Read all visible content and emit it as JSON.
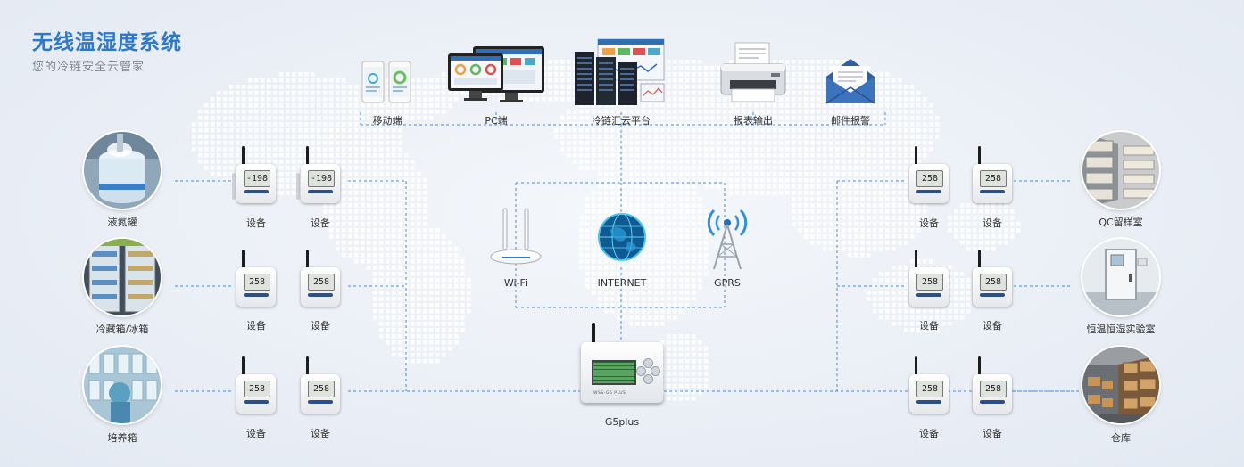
{
  "header": {
    "title": "无线温湿度系统",
    "subtitle": "您的冷链安全云管家"
  },
  "platforms": [
    {
      "id": "mobile",
      "label": "移动端",
      "icon": "smartphone-icon"
    },
    {
      "id": "pc",
      "label": "PC端",
      "icon": "monitor-icon"
    },
    {
      "id": "cloud",
      "label": "冷链汇云平台",
      "icon": "server-icon"
    },
    {
      "id": "report",
      "label": "报表输出",
      "icon": "printer-icon"
    },
    {
      "id": "email",
      "label": "邮件报警",
      "icon": "envelope-icon"
    }
  ],
  "networks": [
    {
      "id": "wifi",
      "label": "Wi-Fi",
      "icon": "router-icon"
    },
    {
      "id": "internet",
      "label": "INTERNET",
      "icon": "globe-icon"
    },
    {
      "id": "gprs",
      "label": "GPRS",
      "icon": "signal-tower-icon"
    }
  ],
  "gateway": {
    "label": "G5plus",
    "brand": "WSS-G5 PLUS"
  },
  "left_sites": [
    {
      "label": "液氮罐",
      "photo": "liquid-nitrogen-tank-photo",
      "devices": [
        {
          "label": "设备",
          "reading": "-198"
        },
        {
          "label": "设备",
          "reading": "-198"
        }
      ]
    },
    {
      "label": "冷藏箱/冰箱",
      "photo": "refrigerator-photo",
      "devices": [
        {
          "label": "设备",
          "reading": "258"
        },
        {
          "label": "设备",
          "reading": "258"
        }
      ]
    },
    {
      "label": "培养箱",
      "photo": "incubator-photo",
      "devices": [
        {
          "label": "设备",
          "reading": "258"
        },
        {
          "label": "设备",
          "reading": "258"
        }
      ]
    }
  ],
  "right_sites": [
    {
      "label": "QC留样室",
      "photo": "sample-room-photo",
      "devices": [
        {
          "label": "设备",
          "reading": "258"
        },
        {
          "label": "设备",
          "reading": "258"
        }
      ]
    },
    {
      "label": "恒温恒湿实验室",
      "photo": "lab-room-photo",
      "devices": [
        {
          "label": "设备",
          "reading": "258"
        },
        {
          "label": "设备",
          "reading": "258"
        }
      ]
    },
    {
      "label": "仓库",
      "photo": "warehouse-photo",
      "devices": [
        {
          "label": "设备",
          "reading": "258"
        },
        {
          "label": "设备",
          "reading": "258"
        }
      ]
    }
  ],
  "colors": {
    "accent": "#2e79c9",
    "line": "#4a8ad0",
    "map_dot": "#ffffff",
    "sensor_stripe": "#2c4f8d"
  }
}
